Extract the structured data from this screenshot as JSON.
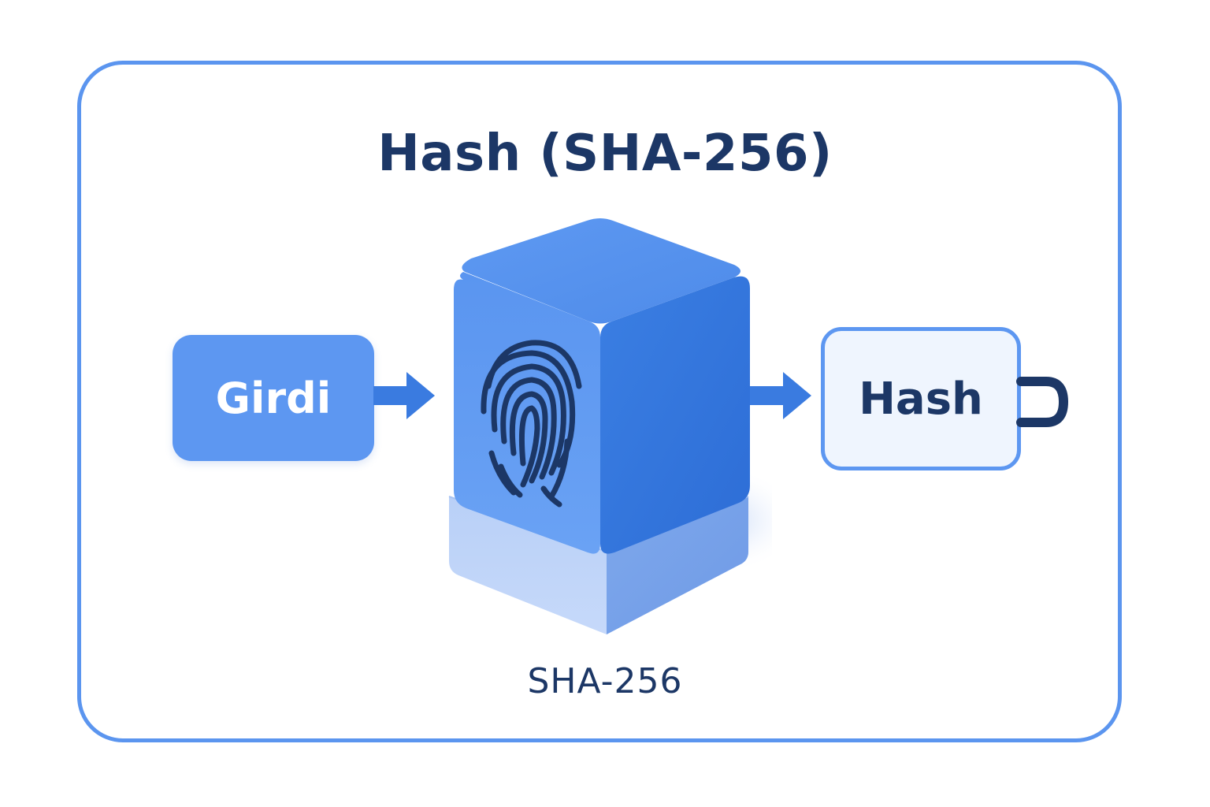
{
  "title": "Hash (SHA-256)",
  "input": {
    "label": "Girdi"
  },
  "output": {
    "label": "Hash"
  },
  "processor": {
    "label": "SHA-256",
    "icon": "fingerprint-icon"
  },
  "colors": {
    "frame": "#5b95ef",
    "primary_blue": "#5d97f1",
    "cube_dark": "#2f74dc",
    "text_navy": "#1c3766",
    "output_fill": "#eff5fe"
  }
}
